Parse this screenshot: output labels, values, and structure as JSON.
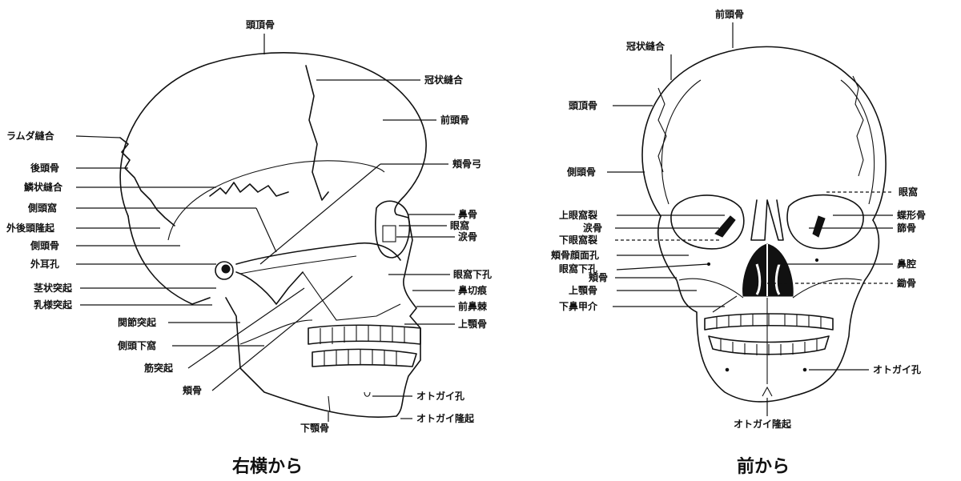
{
  "side_view": {
    "caption": "右横から",
    "labels": {
      "parietal_top": "頭頂骨",
      "coronal_suture": "冠状縫合",
      "frontal": "前頭骨",
      "lambdoid_suture": "ラムダ縫合",
      "occipital": "後頭骨",
      "squamous_suture": "鱗状縫合",
      "zygomatic_arch": "頬骨弓",
      "temporal_fossa": "側頭窩",
      "ext_occipital_protuberance": "外後頭隆起",
      "temporal": "側頭骨",
      "nasal": "鼻骨",
      "orbit": "眼窩",
      "lacrimal": "涙骨",
      "ext_acoustic_meatus": "外耳孔",
      "infraorbital_foramen": "眼窩下孔",
      "styloid_process": "茎状突起",
      "nasal_notch": "鼻切痕",
      "mastoid_process": "乳様突起",
      "ant_nasal_spine": "前鼻棘",
      "condylar_process": "関節突起",
      "maxilla": "上顎骨",
      "infratemporal_fossa": "側頭下窩",
      "coronoid_process": "筋突起",
      "zygomatic": "頬骨",
      "mental_foramen": "オトガイ孔",
      "mandible": "下顎骨",
      "mental_protuberance": "オトガイ隆起"
    }
  },
  "front_view": {
    "caption": "前から",
    "labels": {
      "frontal": "前頭骨",
      "coronal_suture": "冠状縫合",
      "parietal": "頭頂骨",
      "temporal": "側頭骨",
      "orbit": "眼窩",
      "sup_orbital_fissure": "上眼窩裂",
      "sphenoid": "蝶形骨",
      "lacrimal": "涙骨",
      "ethmoid": "篩骨",
      "inf_orbital_fissure": "下眼窩裂",
      "zygomaticofacial_foramen": "頬骨顔面孔",
      "infraorbital_foramen": "眼窩下孔",
      "nasal_cavity": "鼻腔",
      "zygomatic": "頬骨",
      "maxilla": "上顎骨",
      "vomer": "鋤骨",
      "inf_nasal_concha": "下鼻甲介",
      "mental_foramen": "オトガイ孔",
      "mental_protuberance": "オトガイ隆起"
    }
  }
}
